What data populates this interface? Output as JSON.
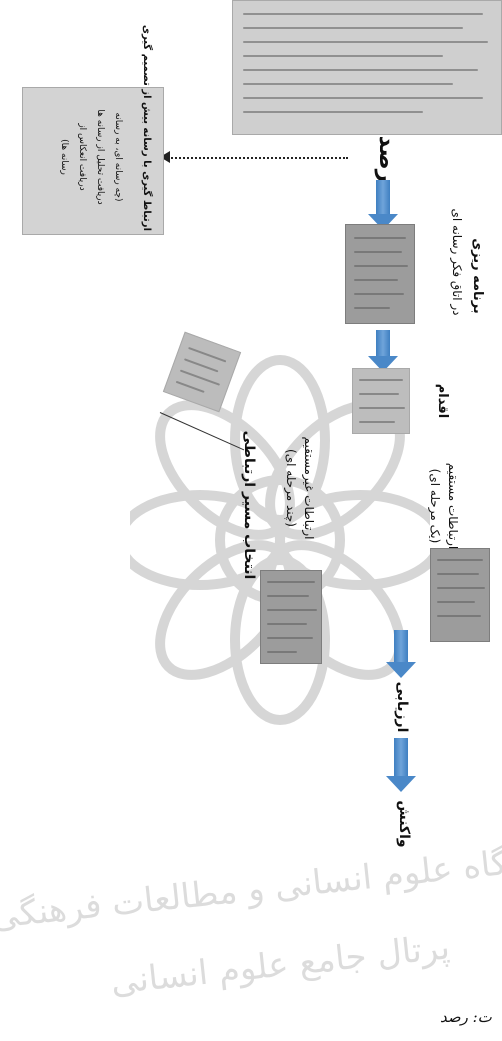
{
  "labels": {
    "observe": "رصد",
    "design": "برنامه ریزی",
    "design_sub": "در اتاق فکر رسانه ای",
    "action": "اقدام",
    "choose_path": "انتخاب مسیر ارتباطی",
    "direct": "ارتباطات مستقیم",
    "direct_sub": "(یک مرحله ای)",
    "indirect": "ارتباطات غیرمستقیم",
    "indirect_sub": "(چند مرحله ای)",
    "evaluation": "ارزیابی",
    "feedback": "واکنش",
    "side_title": "ارتباط گیری با رسانه بیش از تصمیم گیری",
    "side_text_1": "(چه رسانه ای، به رسانه",
    "side_text_2": "دریافت تحلیل از رسانه ها",
    "side_text_3": "دریافت انعکاس از",
    "side_text_4": "رسانه ها)"
  },
  "watermark": {
    "line1": "پژوهشگاه علوم انسانی و مطالعات فرهنگی",
    "line2": "پرتال جامع علوم انسانی"
  },
  "caption": "ت: رصد"
}
